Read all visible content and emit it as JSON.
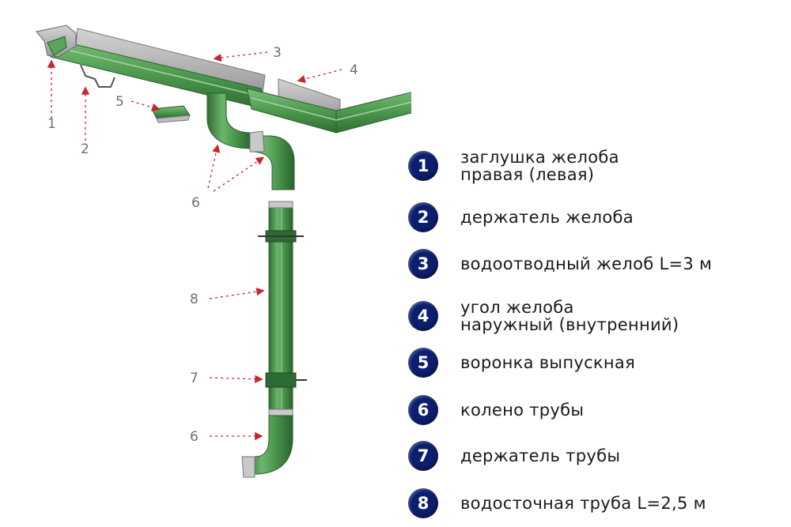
{
  "accent_badge_color": "#0c1f6e",
  "metal_color": "#4e9a4f",
  "callouts": [
    {
      "label": "1"
    },
    {
      "label": "2"
    },
    {
      "label": "3"
    },
    {
      "label": "4"
    },
    {
      "label": "5"
    },
    {
      "label": "6"
    },
    {
      "label": "8"
    },
    {
      "label": "7"
    },
    {
      "label": "6"
    }
  ],
  "legend": [
    {
      "number": "1",
      "lines": [
        "заглушка желоба",
        "правая (левая)"
      ]
    },
    {
      "number": "2",
      "lines": [
        "держатель желоба"
      ]
    },
    {
      "number": "3",
      "lines": [
        "водоотводный желоб L=3 м"
      ]
    },
    {
      "number": "4",
      "lines": [
        "угол желоба",
        "наружный (внутренний)"
      ]
    },
    {
      "number": "5",
      "lines": [
        "воронка выпускная"
      ]
    },
    {
      "number": "6",
      "lines": [
        "колено трубы"
      ]
    },
    {
      "number": "7",
      "lines": [
        "держатель трубы"
      ]
    },
    {
      "number": "8",
      "lines": [
        "водосточная труба L=2,5 м"
      ]
    }
  ]
}
